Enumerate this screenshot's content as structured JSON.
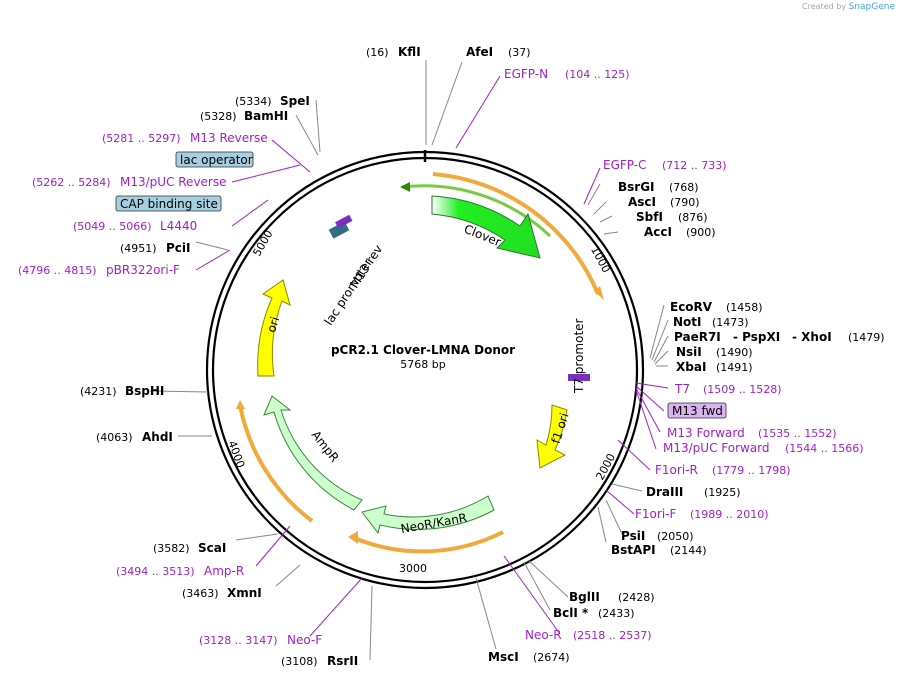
{
  "credit": {
    "prefix": "Created by",
    "brand": "SnapGene"
  },
  "plasmid": {
    "name": "pCR2.1 Clover-LMNA Donor",
    "size": "5768 bp"
  },
  "ticks": [
    "1000",
    "2000",
    "3000",
    "4000",
    "5000"
  ],
  "features": {
    "clover": "Clover",
    "m13rev": "M13 rev",
    "lac_promoter": "lac promoter",
    "ori": "ori",
    "t7_promoter": "T7 promoter",
    "f1_ori": "f1 ori",
    "ampr": "AmpR",
    "neokanr": "NeoR/KanR"
  },
  "boxes": {
    "lac_operator": "lac operator",
    "cap": "CAP binding site",
    "m13fwd": "M13 fwd"
  },
  "sites": [
    {
      "name": "KflI",
      "pos": "(16)"
    },
    {
      "name": "AfeI",
      "pos": "(37)"
    },
    {
      "name": "BsrGI",
      "pos": "(768)"
    },
    {
      "name": "AscI",
      "pos": "(790)"
    },
    {
      "name": "SbfI",
      "pos": "(876)"
    },
    {
      "name": "AccI",
      "pos": "(900)"
    },
    {
      "name": "EcoRV",
      "pos": "(1458)"
    },
    {
      "name": "NotI",
      "pos": "(1473)"
    },
    {
      "name": "PaeR7I",
      "name2": "- PspXI",
      "name3": "- XhoI",
      "pos": "(1479)"
    },
    {
      "name": "NsiI",
      "pos": "(1490)"
    },
    {
      "name": "XbaI",
      "pos": "(1491)"
    },
    {
      "name": "DraIII",
      "pos": "(1925)"
    },
    {
      "name": "PsiI",
      "pos": "(2050)"
    },
    {
      "name": "BstAPI",
      "pos": "(2144)"
    },
    {
      "name": "BglII",
      "pos": "(2428)"
    },
    {
      "name": "BclI *",
      "pos": "(2433)"
    },
    {
      "name": "MscI",
      "pos": "(2674)"
    },
    {
      "name": "RsrII",
      "pos": "(3108)"
    },
    {
      "name": "XmnI",
      "pos": "(3463)"
    },
    {
      "name": "ScaI",
      "pos": "(3582)"
    },
    {
      "name": "AhdI",
      "pos": "(4063)"
    },
    {
      "name": "BspHI",
      "pos": "(4231)"
    },
    {
      "name": "PciI",
      "pos": "(4951)"
    },
    {
      "name": "BamHI",
      "pos": "(5328)"
    },
    {
      "name": "SpeI",
      "pos": "(5334)"
    }
  ],
  "primers": [
    {
      "name": "EGFP-N",
      "range": "(104 .. 125)"
    },
    {
      "name": "EGFP-C",
      "range": "(712 .. 733)"
    },
    {
      "name": "T7",
      "range": "(1509 .. 1528)"
    },
    {
      "name": "M13 Forward",
      "range": "(1535 .. 1552)"
    },
    {
      "name": "M13/pUC Forward",
      "range": "(1544 .. 1566)"
    },
    {
      "name": "F1ori-R",
      "range": "(1779 .. 1798)"
    },
    {
      "name": "F1ori-F",
      "range": "(1989 .. 2010)"
    },
    {
      "name": "Neo-R",
      "range": "(2518 .. 2537)"
    },
    {
      "name": "Neo-F",
      "range": "(3128 .. 3147)"
    },
    {
      "name": "Amp-R",
      "range": "(3494 .. 3513)"
    },
    {
      "name": "pBR322ori-F",
      "range": "(4796 .. 4815)"
    },
    {
      "name": "L4440",
      "range": "(5049 .. 5066)"
    },
    {
      "name": "M13/pUC Reverse",
      "range": "(5262 .. 5284)"
    },
    {
      "name": "M13 Reverse",
      "range": "(5281 .. 5297)"
    }
  ]
}
